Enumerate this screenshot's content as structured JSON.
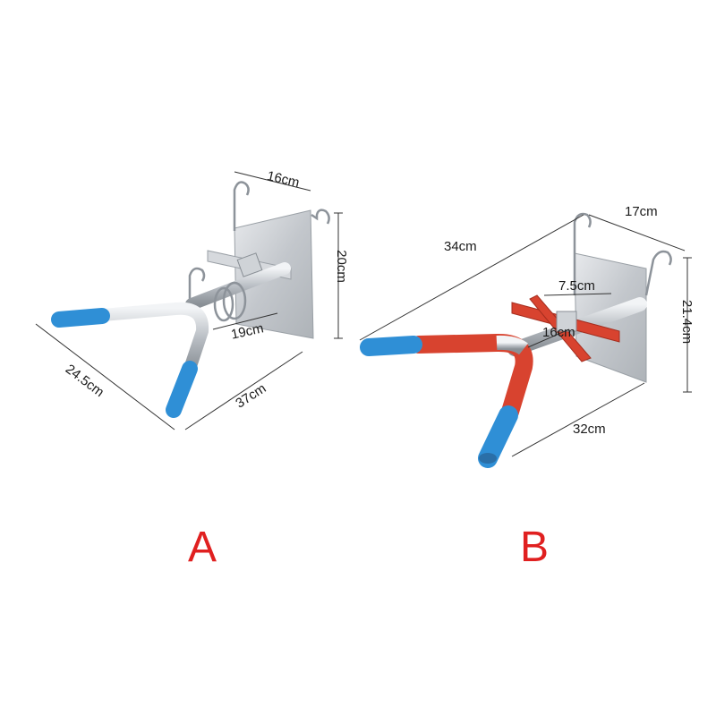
{
  "products": {
    "a": {
      "label": "A",
      "dims": {
        "top_width": "16cm",
        "height": "20cm",
        "inner_depth": "19cm",
        "handle_width": "24.5cm",
        "total_length": "37cm"
      }
    },
    "b": {
      "label": "B",
      "dims": {
        "top_width": "17cm",
        "total_length": "34cm",
        "clamp_width": "7.5cm",
        "inner_depth": "16cm",
        "height": "21.4cm",
        "bar_length": "32cm"
      }
    }
  },
  "colors": {
    "label": "#e02020",
    "handle_grip": "#2f8fd6",
    "sleeve_red": "#d8432f",
    "steel": "#c9cdd2"
  }
}
